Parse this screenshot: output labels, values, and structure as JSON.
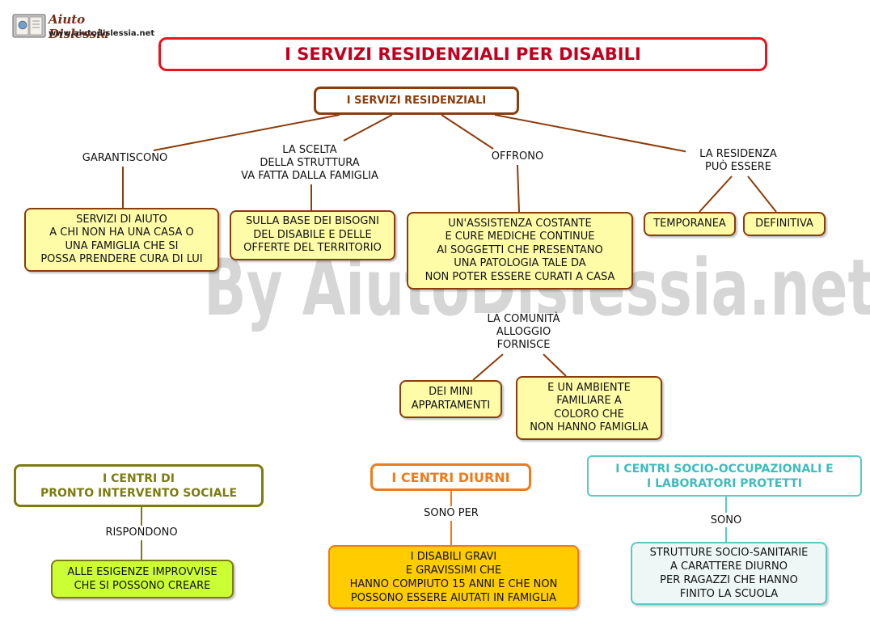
{
  "logo": {
    "name": "Aiuto Dislessia",
    "url": "www.aiutodislessia.net",
    "icon": "book-globe-icon"
  },
  "title": "I SERVIZI RESIDENZIALI PER DISABILI",
  "watermark": "By AiutoDislessia.net",
  "root": "I SERVIZI RESIDENZIALI",
  "branches": {
    "b1": {
      "link": "GARANTISCONO",
      "box": "SERVIZI DI AIUTO\nA CHI NON HA UNA CASA O\nUNA FAMIGLIA CHE SI\nPOSSA PRENDERE CURA DI LUI"
    },
    "b2": {
      "link": "LA SCELTA\nDELLA STRUTTURA\nVA FATTA DALLA FAMIGLIA",
      "box": "SULLA BASE DEI BISOGNI\nDEL DISABILE E DELLE\nOFFERTE DEL TERRITORIO"
    },
    "b3": {
      "link": "OFFRONO",
      "box": "UN'ASSISTENZA COSTANTE\nE CURE MEDICHE CONTINUE\nAI SOGGETTI CHE PRESENTANO\nUNA PATOLOGIA TALE DA\nNON POTER ESSERE CURATI A CASA",
      "sublink": "LA COMUNITÀ\nALLOGGIO\nFORNISCE",
      "sub1": "DEI MINI\nAPPARTAMENTI",
      "sub2": "E UN AMBIENTE\nFAMILIARE A\nCOLORO CHE\nNON HANNO FAMIGLIA"
    },
    "b4": {
      "link": "LA RESIDENZA\nPUÒ ESSERE",
      "sub1": "TEMPORANEA",
      "sub2": "DEFINITIVA"
    }
  },
  "groups": {
    "g1": {
      "title": "I CENTRI DI\nPRONTO INTERVENTO SOCIALE",
      "link": "RISPONDONO",
      "box": "ALLE ESIGENZE IMPROVVISE\nCHE SI POSSONO CREARE"
    },
    "g2": {
      "title": "I CENTRI DIURNI",
      "link": "SONO PER",
      "box": "I DISABILI GRAVI\nE GRAVISSIMI CHE\nHANNO COMPIUTO 15 ANNI E CHE NON\nPOSSONO ESSERE AIUTATI IN FAMIGLIA"
    },
    "g3": {
      "title": "I CENTRI SOCIO-OCCUPAZIONALI E\nI LABORATORI PROTETTI",
      "link": "SONO",
      "box": "STRUTTURE SOCIO-SANITARIE\nA CARATTERE DIURNO\nPER RAGAZZI CHE HANNO\nFINITO LA SCUOLA"
    }
  },
  "colors": {
    "title_border": "#e8141e",
    "brown": "#8a3d0c",
    "yellow_fill": "#fffca8",
    "olive": "#7c7c10",
    "lime": "#ccff33",
    "orange": "#f07a1a",
    "orange_fill": "#ffcc00",
    "teal": "#5cc8c8",
    "teal_fill": "#eef6f6"
  }
}
